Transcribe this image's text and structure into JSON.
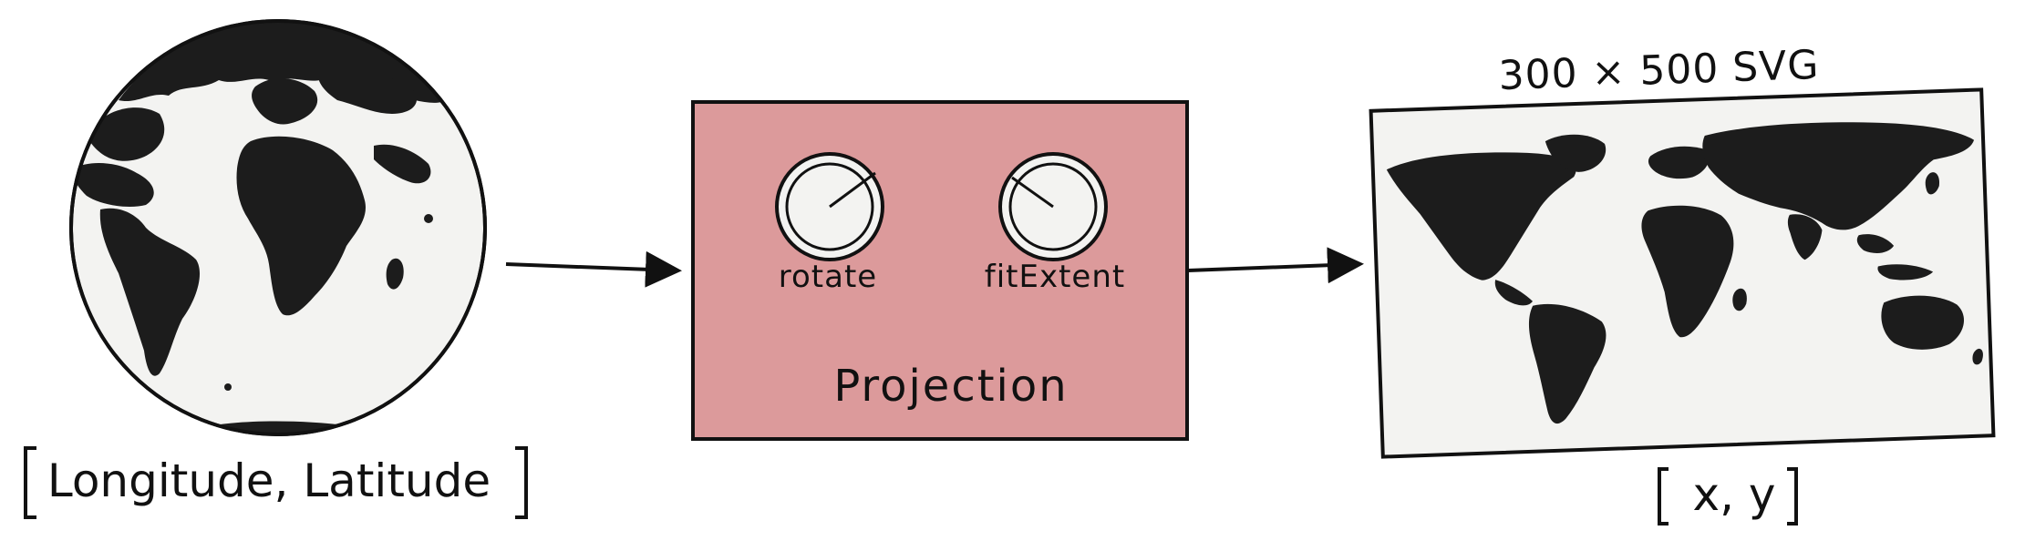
{
  "input": {
    "label": "Longitude, Latitude",
    "icon": "globe-icon"
  },
  "projection": {
    "title": "Projection",
    "fill_color": "#dc9a9b",
    "knobs": [
      {
        "label": "rotate",
        "icon": "knob-icon"
      },
      {
        "label": "fitExtent",
        "icon": "knob-icon"
      }
    ]
  },
  "output": {
    "caption": "300 × 500 SVG",
    "label": "x, y",
    "icon": "world-map-icon"
  },
  "colors": {
    "ink": "#111111",
    "land": "#1c1c1c",
    "ocean": "#f3f3f1"
  }
}
